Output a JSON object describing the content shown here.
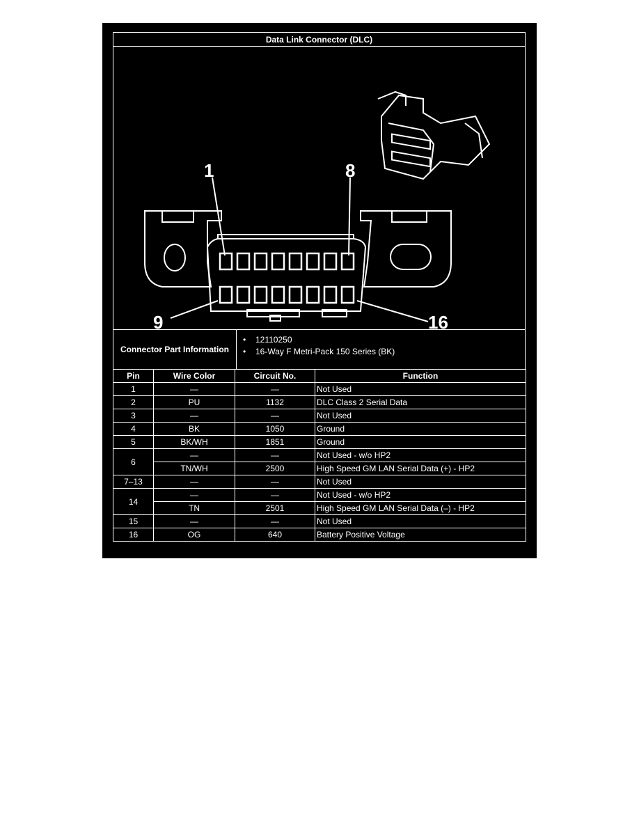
{
  "title": "Data Link Connector (DLC)",
  "figure": {
    "pin_labels": {
      "top_left": "1",
      "top_right": "8",
      "bottom_left": "9",
      "bottom_right": "16"
    },
    "pins_per_row": 8
  },
  "connector_info": {
    "label": "Connector Part Information",
    "items": [
      "12110250",
      "16-Way F Metri-Pack 150 Series (BK)"
    ]
  },
  "table": {
    "headers": [
      "Pin",
      "Wire Color",
      "Circuit No.",
      "Function"
    ],
    "rows": [
      {
        "pin": "1",
        "wire": "—",
        "circuit": "—",
        "function": "Not Used"
      },
      {
        "pin": "2",
        "wire": "PU",
        "circuit": "1132",
        "function": "DLC Class 2 Serial Data"
      },
      {
        "pin": "3",
        "wire": "—",
        "circuit": "—",
        "function": "Not Used"
      },
      {
        "pin": "4",
        "wire": "BK",
        "circuit": "1050",
        "function": "Ground"
      },
      {
        "pin": "5",
        "wire": "BK/WH",
        "circuit": "1851",
        "function": "Ground"
      },
      {
        "pin": "6",
        "wire": "—",
        "circuit": "—",
        "function": "Not Used - w/o HP2"
      },
      {
        "pin": "",
        "wire": "TN/WH",
        "circuit": "2500",
        "function": "High Speed GM LAN Serial Data (+) - HP2"
      },
      {
        "pin": "7–13",
        "wire": "—",
        "circuit": "—",
        "function": "Not Used"
      },
      {
        "pin": "14",
        "wire": "—",
        "circuit": "—",
        "function": "Not Used - w/o HP2"
      },
      {
        "pin": "",
        "wire": "TN",
        "circuit": "2501",
        "function": "High Speed GM LAN Serial Data (–) - HP2"
      },
      {
        "pin": "15",
        "wire": "—",
        "circuit": "—",
        "function": "Not Used"
      },
      {
        "pin": "16",
        "wire": "OG",
        "circuit": "640",
        "function": "Battery Positive Voltage"
      }
    ]
  }
}
